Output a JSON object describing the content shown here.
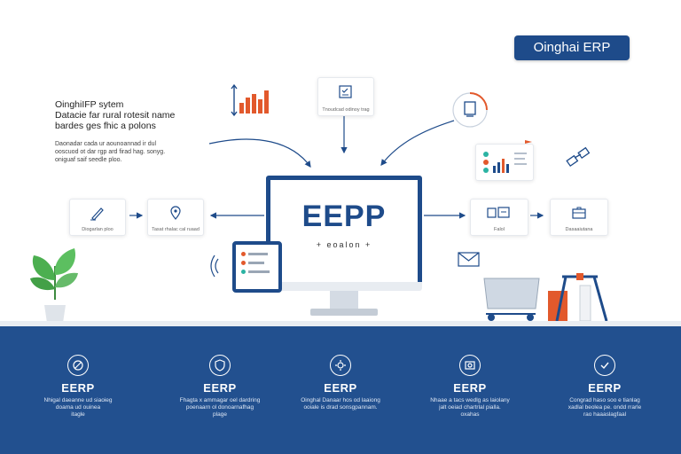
{
  "brand": {
    "title": "Oinghai ERP"
  },
  "intro": {
    "line1": "OinghiІFP sytem",
    "line2": "Datacie far rural rotesit name",
    "line3": "bardes ges fhic a polons",
    "sub1": "Daonadar cada ur aounoannad ir dul",
    "sub2": "ooscuod ot dar rgp ard firad hag. sonyg.",
    "sub3": "oniguaf saif seedle ploo."
  },
  "monitor": {
    "logo": "EEPP",
    "tagline": "+ eoalon +"
  },
  "cards": {
    "top_center_caption": "Tnoudcad odinoy trag",
    "left1_caption": "Diogarlan ploo",
    "left2_caption": "Tasat rhalac cal ruaad",
    "right1_caption": "Falol",
    "right2_caption": "Dasaaiutana"
  },
  "features": [
    {
      "icon": "no-entry-icon",
      "name": "EERP",
      "desc1": "Nhigal daeanne ud siaoieg",
      "desc2": "doama ud ouinea",
      "desc3": "itagle"
    },
    {
      "icon": "shield-icon",
      "name": "EERP",
      "desc1": "Fhagta x ammagar oel dardring",
      "desc2": "poenaarn ol donoarnafhag",
      "desc3": "plage"
    },
    {
      "icon": "gear-badge-icon",
      "name": "EERP",
      "desc1": "Oinghal Danaar hos od laaiong",
      "desc2": "ooiale is drad sonsgpannam.",
      "desc3": ""
    },
    {
      "icon": "camera-icon",
      "name": "EERP",
      "desc1": "Nhaae a tacs wedlg as laiolany",
      "desc2": "jalt oeiad chartrlal pialla.",
      "desc3": "oxahas"
    },
    {
      "icon": "check-icon",
      "name": "EERP",
      "desc1": "Congrad haso soo e tianlag",
      "desc2": "xadlal beolea pe. ondd rrarle",
      "desc3": "rao haaaslagfaal"
    }
  ],
  "colors": {
    "primary": "#1e4b8a",
    "band": "#22508f",
    "accent_orange": "#e2592c",
    "accent_teal": "#2bb3a3",
    "plant_green": "#4caf50"
  }
}
